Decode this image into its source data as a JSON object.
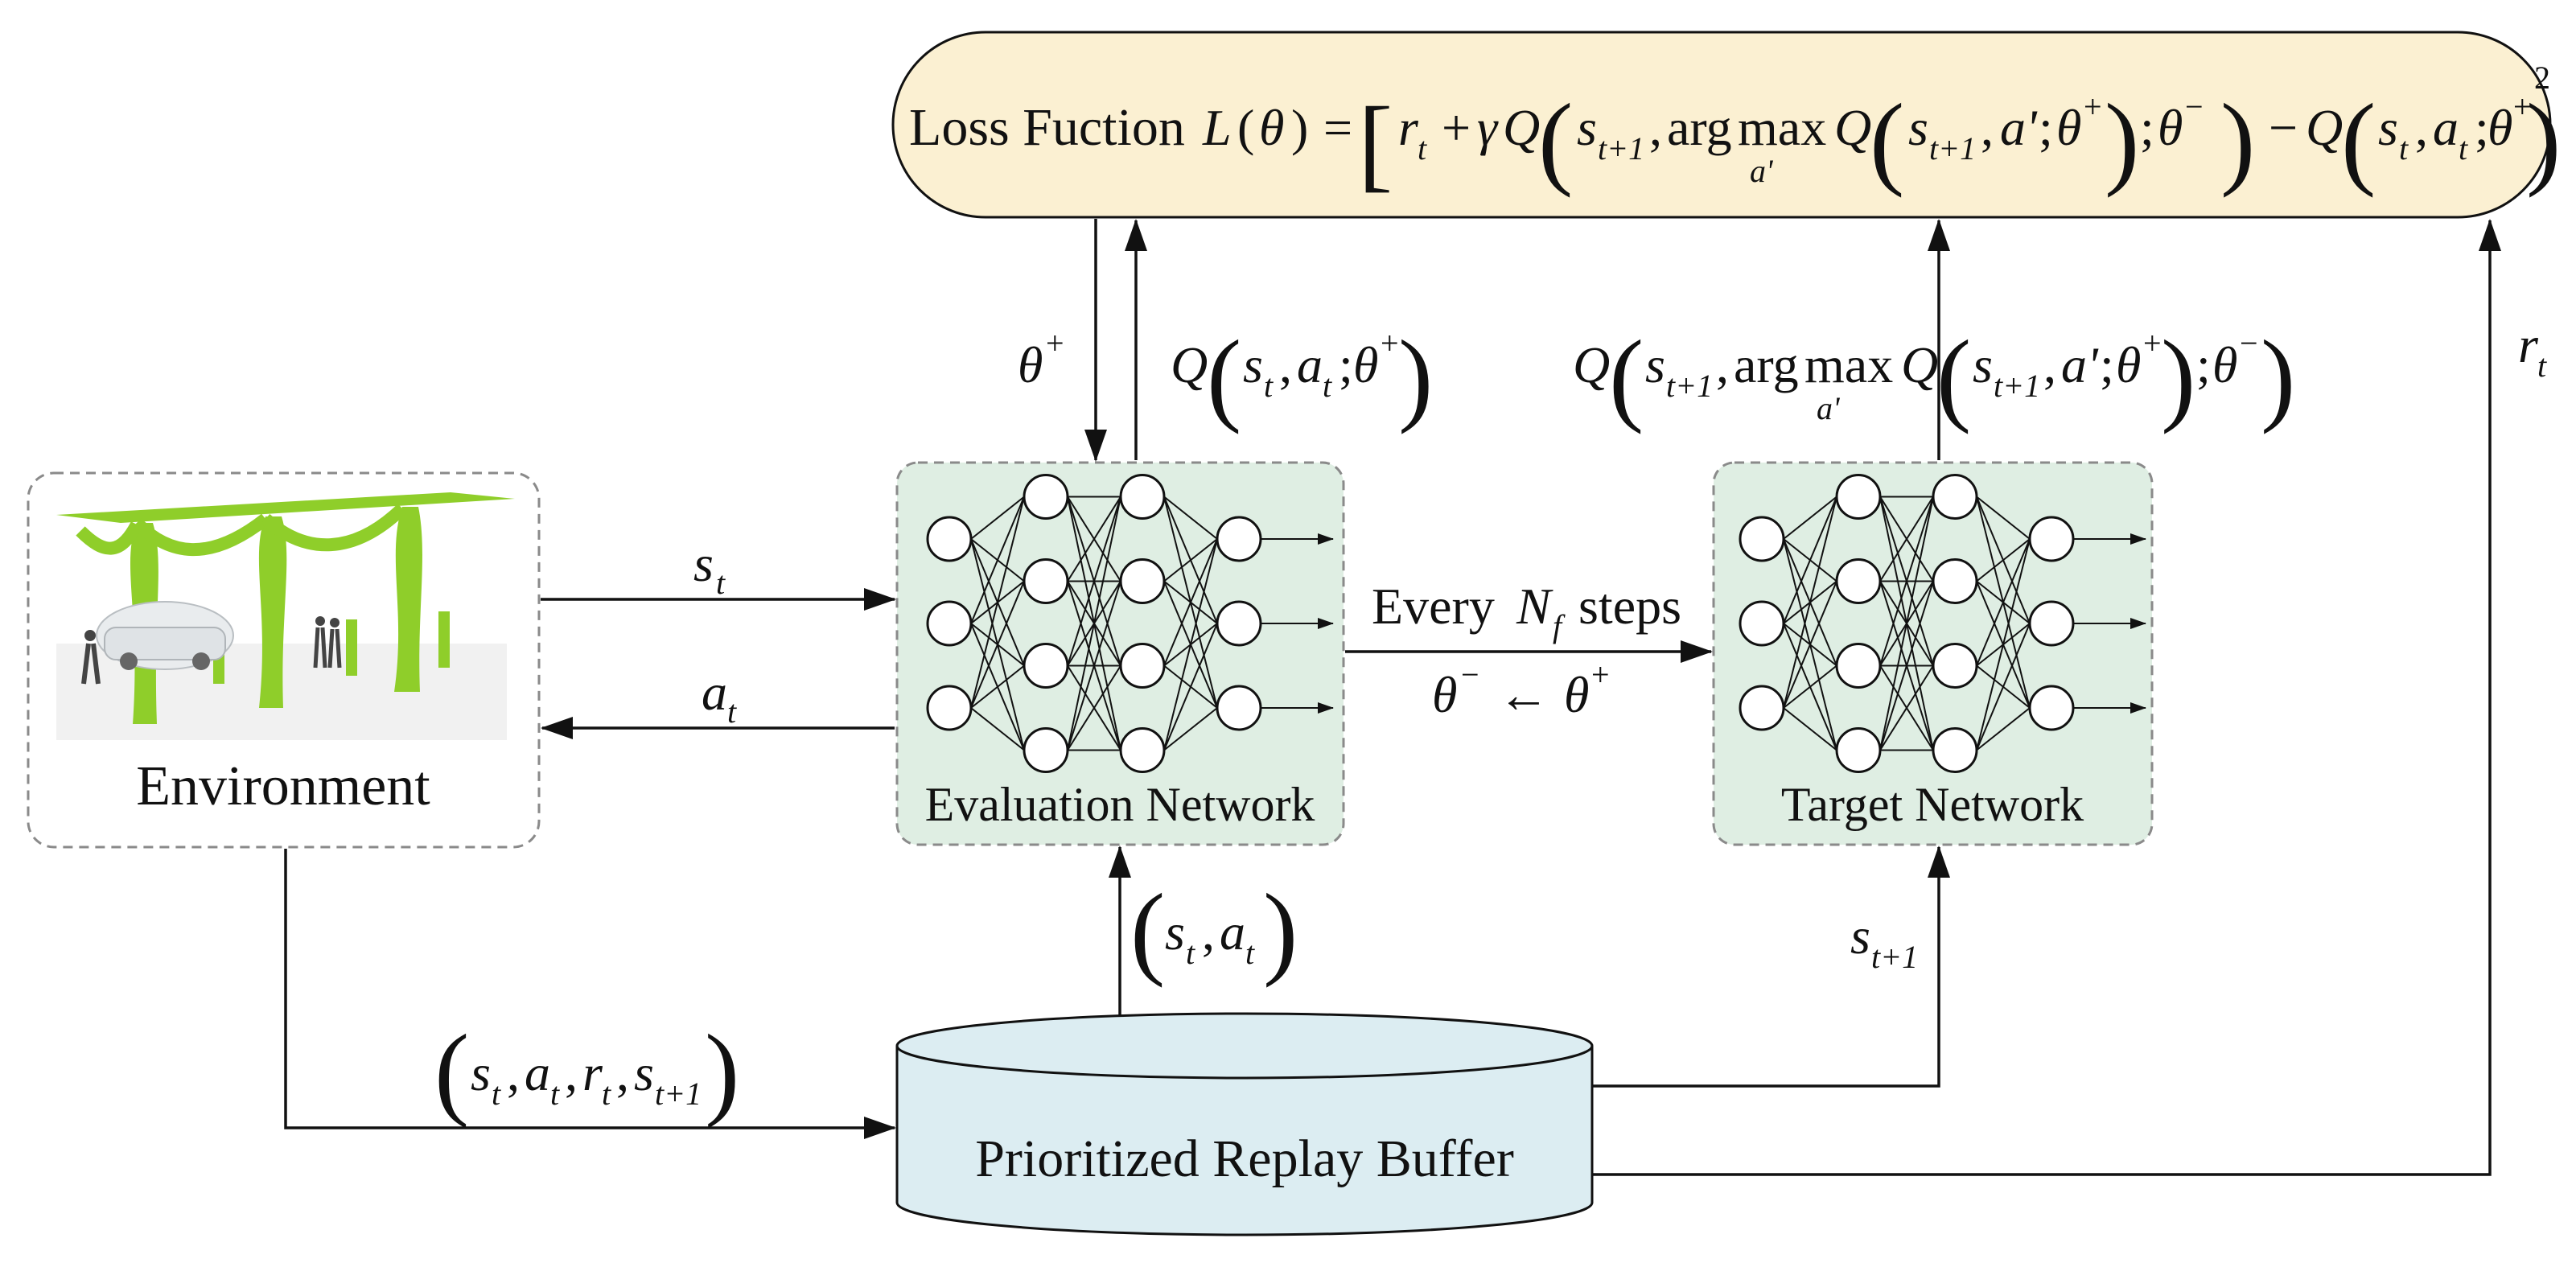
{
  "colors": {
    "loss_box_fill": "#fbf0d2",
    "network_fill": "#dfeee3",
    "buffer_fill": "#dcedf2",
    "canopy_green": "#8fce2a",
    "stroke": "#111111"
  },
  "loss_function": {
    "label": "Loss Fuction",
    "L": "L",
    "theta": "θ",
    "equals": "=",
    "r": "r",
    "t": "t",
    "plus": "+",
    "gamma": "γ",
    "Q": "Q",
    "s": "s",
    "t_plus_1": "t+1",
    "comma": ",",
    "argmax_arg": "arg",
    "argmax_max": "max",
    "argmax_under": "a'",
    "a_prime": "a'",
    "semicolon": ";",
    "theta_plus_sup": "+",
    "theta_minus_sup": "−",
    "minus": "−",
    "a": "a",
    "squared": "2",
    "lparen": "(",
    "rparen": ")",
    "lbracket": "[",
    "rbracket": "]"
  },
  "environment": {
    "label": "Environment",
    "icon": "ev-charging-station-icon"
  },
  "evaluation_network": {
    "label": "Evaluation Network",
    "layers": [
      3,
      4,
      4,
      3
    ]
  },
  "target_network": {
    "label": "Target Network",
    "layers": [
      3,
      4,
      4,
      3
    ]
  },
  "replay_buffer": {
    "label": "Prioritized Replay Buffer"
  },
  "arrows": {
    "state": {
      "s": "s",
      "t": "t"
    },
    "action": {
      "a": "a",
      "t": "t"
    },
    "every_label": "Every",
    "N": "N",
    "f": "f",
    "steps_label": "steps",
    "update_theta": "θ",
    "update_minus": "−",
    "update_arrow": "←",
    "update_plus": "+",
    "theta_plus": {
      "theta": "θ",
      "sup": "+"
    },
    "q_eval": {
      "Q": "Q",
      "lparen": "(",
      "s": "s",
      "t": "t",
      "comma": ",",
      "a": "a",
      "semicolon": ";",
      "theta": "θ",
      "plus": "+",
      "rparen": ")"
    },
    "q_target": {
      "Q": "Q",
      "lparen": "(",
      "s": "s",
      "t_plus_1": "t+1",
      "comma": ",",
      "arg": "arg",
      "max": "max",
      "under": "a'",
      "a_prime": "a'",
      "semicolon": ";",
      "theta": "θ",
      "plus": "+",
      "minus": "−",
      "rparen": ")"
    },
    "reward": {
      "r": "r",
      "t": "t"
    },
    "sample_pair": {
      "lparen": "(",
      "s": "s",
      "t": "t",
      "comma": ",",
      "a": "a",
      "rparen": ")"
    },
    "next_state": {
      "s": "s",
      "t_plus_1": "t+1"
    },
    "transition": {
      "lparen": "(",
      "s": "s",
      "t": "t",
      "comma": ",",
      "a": "a",
      "r": "r",
      "t_plus_1": "t+1",
      "rparen": ")"
    }
  }
}
